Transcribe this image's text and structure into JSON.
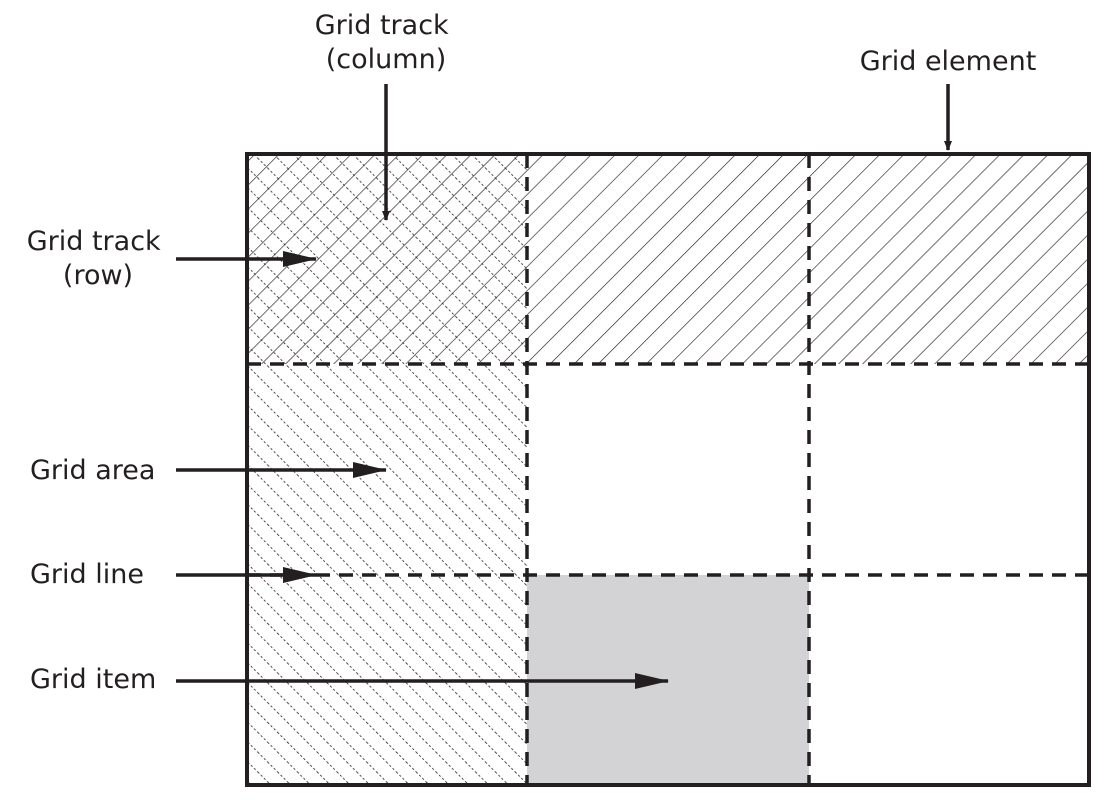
{
  "labels": {
    "track_column": [
      "Grid track",
      "(column)"
    ],
    "grid_element": "Grid element",
    "track_row": [
      "Grid track",
      "(row)"
    ],
    "grid_area": "Grid area",
    "grid_line": "Grid line",
    "grid_item": "Grid item"
  },
  "colors": {
    "ink": "#231f20",
    "grid_item_fill": "#d3d3d5",
    "background": "#ffffff"
  }
}
